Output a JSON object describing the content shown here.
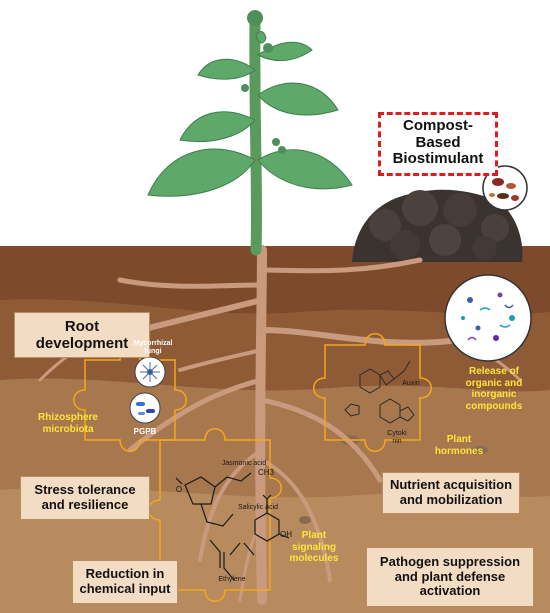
{
  "title_box": "Compost-\nBased\nBiostimulant",
  "benefits": {
    "root_development": "Root\ndevelopment",
    "stress_tolerance": "Stress tolerance\nand resilience",
    "reduction_chemical": "Reduction in\nchemical input",
    "nutrient_acquisition": "Nutrient acquisition\nand mobilization",
    "pathogen_suppression": "Pathogen suppression\nand plant defense\nactivation"
  },
  "components": {
    "rhizosphere": "Rhizosphere\nmicrobiota",
    "release": "Release of\norganic and\ninorganic\ncompounds",
    "plant_hormones": "Plant\nhormones",
    "signaling": "Plant\nsignaling\nmolecules"
  },
  "microbe_labels": {
    "mycorrhizal": "Mycorrhizal\nfungi",
    "pgpb": "PGPB"
  },
  "molecule_labels": {
    "auxin": "Auxin",
    "cytokinin": "Cytoki\nnin",
    "jasmonic": "Jasmonic acid",
    "ch3": "CH3",
    "salicylic": "Salicylic acid",
    "oh": "OH",
    "o": "O",
    "ethylene": "Ethylene"
  },
  "colors": {
    "soil_top": "#7d4a2c",
    "soil_mid": "#8f5b37",
    "soil_low": "#a7784e",
    "soil_bottom": "#b88b5f",
    "stem": "#5a9a5c",
    "leaf": "#5ea86a",
    "root": "#c99a7e",
    "puzzle_outline": "#f3a81c",
    "label_yellow": "#ffe53b",
    "dashed_red": "#e01b1b"
  }
}
